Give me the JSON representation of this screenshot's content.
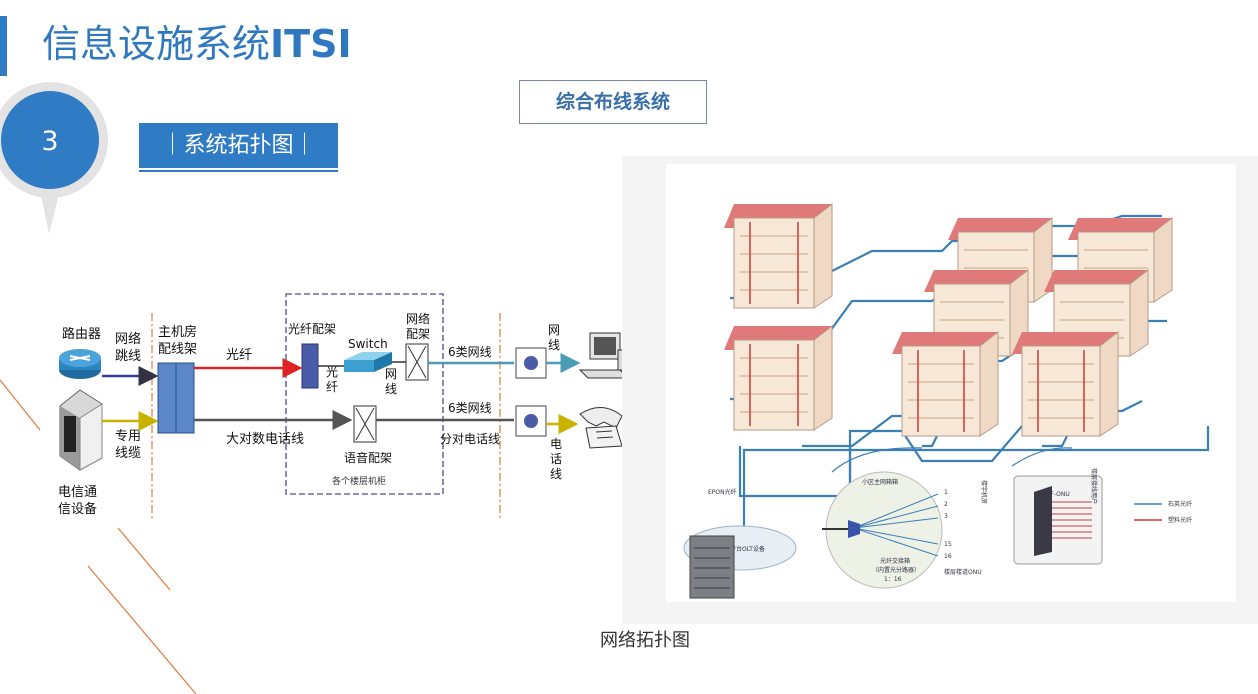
{
  "header": {
    "title_cn": "信息设施系统",
    "title_en": "ITSI"
  },
  "badge": {
    "number": "3"
  },
  "section": {
    "label": "｜系统拓扑图｜"
  },
  "system": {
    "label": "综合布线系统"
  },
  "wiring_diagram": {
    "router": "路由器",
    "telecom_device_1": "电信通",
    "telecom_device_2": "信设备",
    "net_jumper_1": "网络",
    "net_jumper_2": "跳线",
    "dedicated_cable_1": "专用",
    "dedicated_cable_2": "线缆",
    "main_frame_1": "主机房",
    "main_frame_2": "配线架",
    "fiber": "光纤",
    "big_phone_cable": "大对数电话线",
    "fiber_panel": "光纤配架",
    "fiber_short_1": "光",
    "fiber_short_2": "纤",
    "switch": "Switch",
    "net_short_1": "网",
    "net_short_2": "线",
    "net_panel_1": "网络",
    "net_panel_2": "配架",
    "voice_panel": "语音配架",
    "floor_cabinet": "各个楼层机柜",
    "cat6_top": "6类网线",
    "cat6_mid": "6类网线",
    "split_phone": "分对电话线",
    "net_line_1": "网",
    "net_line_2": "线",
    "phone_line_1": "电",
    "phone_line_2": "话",
    "phone_line_3": "线"
  },
  "network_topology": {
    "epon_fiber": "EPON光纤",
    "olt_device": "移动平台OLT设备",
    "community_box": "小区主网箱箱",
    "fiber_box_1": "光纤交接箱",
    "fiber_box_2": "（内置光分路器）",
    "fiber_box_3": "1：16",
    "port_1": "1",
    "port_2": "2",
    "port_3": "3",
    "port_15": "15",
    "port_16": "16",
    "onu_note": "楼层楼道ONU",
    "pof_label": "POF-ONU",
    "cabinet_vertical": "楼宇机房",
    "user_vertical": "楼层接线用户",
    "legend_1": "石英光纤",
    "legend_2": "塑料光纤",
    "colors": {
      "quartz": "#3c7fb5",
      "plastic": "#cc3a3a"
    }
  },
  "caption": "网络拓扑图"
}
